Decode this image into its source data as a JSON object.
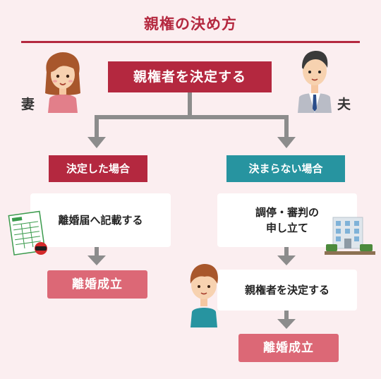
{
  "title": "親権の決め方",
  "main_box": "親権者を決定する",
  "side_labels": {
    "wife": "妻",
    "husband": "夫"
  },
  "branch_a": {
    "label": "決定した場合",
    "step": "離婚届へ記載する",
    "result": "離婚成立"
  },
  "branch_b": {
    "label": "決まらない場合",
    "step_line1": "調停・審判の",
    "step_line2": "申し立て",
    "step2": "親権者を決定する",
    "result": "離婚成立"
  },
  "colors": {
    "accent_red": "#b4283f",
    "teal": "#2794a0",
    "pink": "#dc6876",
    "background": "#fbeef0",
    "arrow_gray": "#8c8c8c"
  },
  "icons": [
    "woman-icon",
    "man-icon",
    "child-icon",
    "document-icon",
    "stamp-icon",
    "courthouse-icon"
  ]
}
